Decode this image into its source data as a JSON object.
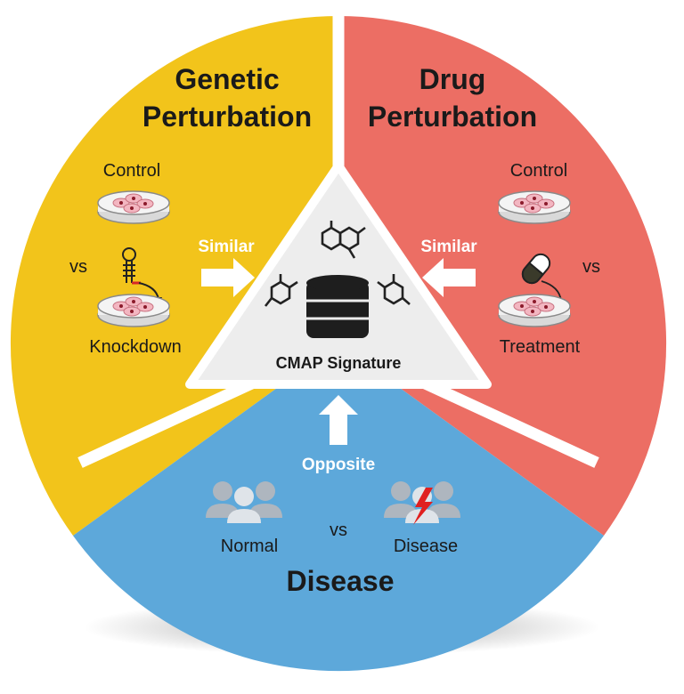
{
  "genetic": {
    "title_line1": "Genetic",
    "title_line2": "Perturbation",
    "control": "Control",
    "vs": "vs",
    "knockdown": "Knockdown",
    "arrow_label": "Similar"
  },
  "drug": {
    "title_line1": "Drug",
    "title_line2": "Perturbation",
    "control": "Control",
    "vs": "vs",
    "treatment": "Treatment",
    "arrow_label": "Similar"
  },
  "disease": {
    "title": "Disease",
    "normal": "Normal",
    "vs": "vs",
    "disease_label": "Disease",
    "arrow_label": "Opposite"
  },
  "center": {
    "title": "CMAP Signature"
  },
  "colors": {
    "genetic": "#F2C41B",
    "drug": "#EC6E64",
    "disease": "#5DA8DA",
    "center": "#EDEDED"
  }
}
